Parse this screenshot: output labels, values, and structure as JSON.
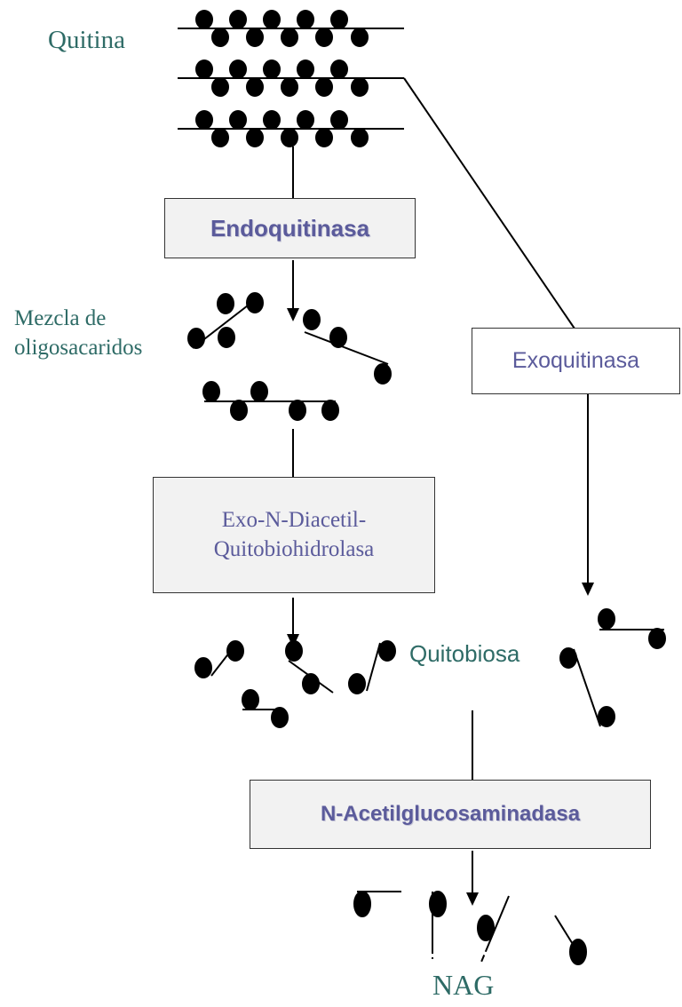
{
  "labels": {
    "quitina": "Quitina",
    "mezcla_line1": "Mezcla de",
    "mezcla_line2": "oligosacaridos",
    "quitobiosa": "Quitobiosa",
    "nag": "NAG"
  },
  "enzymes": {
    "endoquitinasa": "Endoquitinasa",
    "exoquitinasa": "Exoquitinasa",
    "exo_n_diacetil_line1": "Exo-N-Diacetil-",
    "exo_n_diacetil_line2": "Quitobiohidrolasa",
    "n_acetilglucosaminadasa": "N-Acetilglucosaminadasa"
  },
  "colors": {
    "label_teal": "#2e6b66",
    "enzyme_purple": "#5b5b9b",
    "line": "#000000",
    "box_fill": "#f2f2f2",
    "box_border": "#333333"
  }
}
